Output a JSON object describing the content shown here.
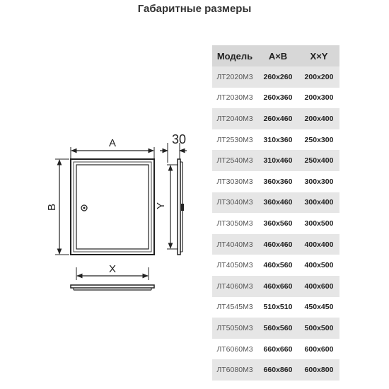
{
  "title": "Габаритные размеры",
  "drawing": {
    "label_a": "A",
    "label_b": "B",
    "label_x": "X",
    "label_y": "Y",
    "label_depth": "30"
  },
  "table": {
    "headers": [
      "Модель",
      "A×B",
      "X×Y"
    ],
    "rows": [
      {
        "model": "ЛТ2020М3",
        "ab": "260x260",
        "xy": "200x200"
      },
      {
        "model": "ЛТ2030М3",
        "ab": "260x360",
        "xy": "200x300"
      },
      {
        "model": "ЛТ2040М3",
        "ab": "260x460",
        "xy": "200x400"
      },
      {
        "model": "ЛТ2530М3",
        "ab": "310x360",
        "xy": "250x300"
      },
      {
        "model": "ЛТ2540М3",
        "ab": "310x460",
        "xy": "250x400"
      },
      {
        "model": "ЛТ3030М3",
        "ab": "360x360",
        "xy": "300x300"
      },
      {
        "model": "ЛТ3040М3",
        "ab": "360x460",
        "xy": "300x400"
      },
      {
        "model": "ЛТ3050М3",
        "ab": "360x560",
        "xy": "300x500"
      },
      {
        "model": "ЛТ4040М3",
        "ab": "460x460",
        "xy": "400x400"
      },
      {
        "model": "ЛТ4050М3",
        "ab": "460x560",
        "xy": "400x500"
      },
      {
        "model": "ЛТ4060М3",
        "ab": "460x660",
        "xy": "400x600"
      },
      {
        "model": "ЛТ4545М3",
        "ab": "510x510",
        "xy": "450x450"
      },
      {
        "model": "ЛТ5050М3",
        "ab": "560x560",
        "xy": "500x500"
      },
      {
        "model": "ЛТ6060М3",
        "ab": "660x660",
        "xy": "600x600"
      },
      {
        "model": "ЛТ6080М3",
        "ab": "660x860",
        "xy": "600x800"
      }
    ]
  }
}
